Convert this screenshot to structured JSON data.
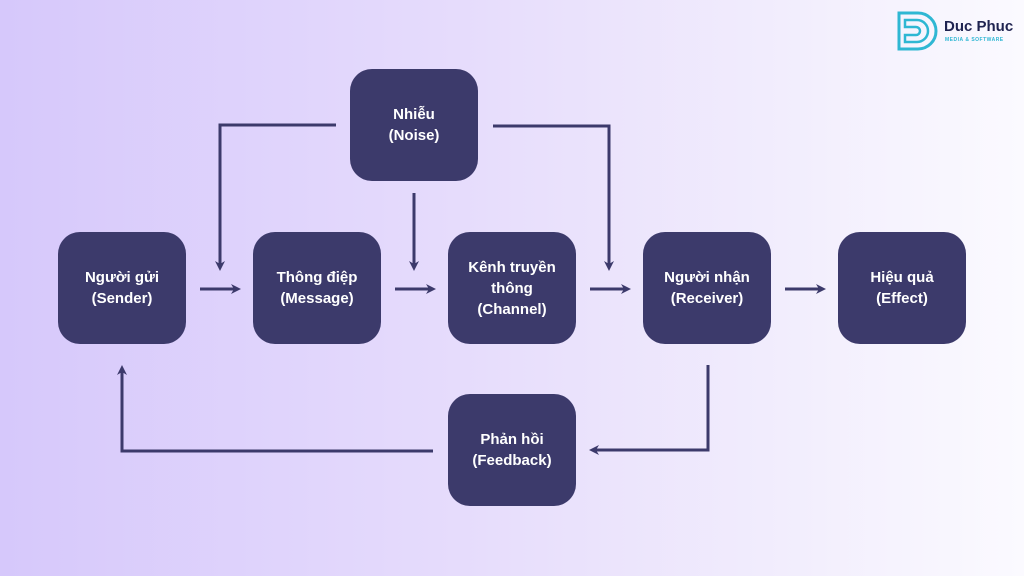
{
  "brand": {
    "name": "Duc Phuc",
    "tagline": "MEDIA & SOFTWARE",
    "icon": "d-letter-logo-icon",
    "accent_color": "#2fb7d3",
    "text_color": "#1f2350"
  },
  "colors": {
    "node_fill": "#3c3a6b",
    "node_text": "#ffffff",
    "arrow": "#3c3a6b"
  },
  "nodes": {
    "noise": {
      "line1": "Nhiễu",
      "line2": "(Noise)"
    },
    "sender": {
      "line1": "Người gửi",
      "line2": "(Sender)"
    },
    "message": {
      "line1": "Thông điệp",
      "line2": "(Message)"
    },
    "channel": {
      "line1": "Kênh truyền",
      "line2": "thông",
      "line3": "(Channel)"
    },
    "receiver": {
      "line1": "Người nhận",
      "line2": "(Receiver)"
    },
    "effect": {
      "line1": "Hiệu quả",
      "line2": "(Effect)"
    },
    "feedback": {
      "line1": "Phản hồi",
      "line2": "(Feedback)"
    }
  },
  "edges": [
    {
      "from": "sender",
      "to": "message"
    },
    {
      "from": "message",
      "to": "channel"
    },
    {
      "from": "channel",
      "to": "receiver"
    },
    {
      "from": "receiver",
      "to": "effect"
    },
    {
      "from": "noise",
      "to": "message"
    },
    {
      "from": "noise",
      "to": "channel"
    },
    {
      "from": "noise",
      "to": "receiver"
    },
    {
      "from": "receiver",
      "to": "feedback"
    },
    {
      "from": "feedback",
      "to": "sender"
    }
  ]
}
